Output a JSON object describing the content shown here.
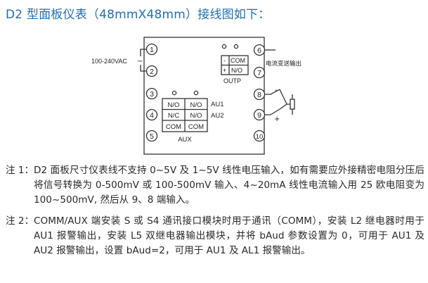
{
  "title": "D2 型面板仪表（48mmX48mm）接线图如下：",
  "diagram": {
    "terminals": [
      "1",
      "2",
      "3",
      "4",
      "5",
      "6",
      "7",
      "8",
      "9",
      "10"
    ],
    "power_label": "100-240VAC",
    "power_tilde": "~",
    "aux_rows": [
      [
        "N/O",
        "N/O"
      ],
      [
        "N/C",
        "N/O"
      ],
      [
        "COM",
        "COM"
      ]
    ],
    "aux_au1": "AU1",
    "aux_au2": "AU2",
    "aux_label": "AUX",
    "outp_com": "COM",
    "outp_no": "N/O",
    "outp_label": "OUTP",
    "outp_minus": "-",
    "outp_plus": "+",
    "output_desc": "电流变送输出",
    "sensor_minus": "-",
    "sensor_plus": "+"
  },
  "notes": [
    {
      "label": "注 1：",
      "text": "D2 面板尺寸仪表线不支持 0~5V 及 1~5V 线性电压输入，如有需要应外接精密电阻分压后将信号转换为 0-500mV 或 100-500mV 输入、4~20mA 线性电流输入用 25 欧电阻变为 100~500mV, 然后从 9、8 端输入。"
    },
    {
      "label": "注 2：",
      "text": "COMM/AUX 端安装 S 或 S4 通讯接口模块时用于通讯（COMM），安装 L2 继电器时用于 AU1 报警输出，安装 L5 双继电器输出模块，并将 bAud 参数设置为 0，可用于 AU1 及 AU2 报警输出，设置 bAud=2，可用于 AU1 及 AL1 报警输出。"
    }
  ],
  "colors": {
    "title": "#1f6fb6",
    "line": "#333333",
    "text": "#2a2a2a"
  }
}
